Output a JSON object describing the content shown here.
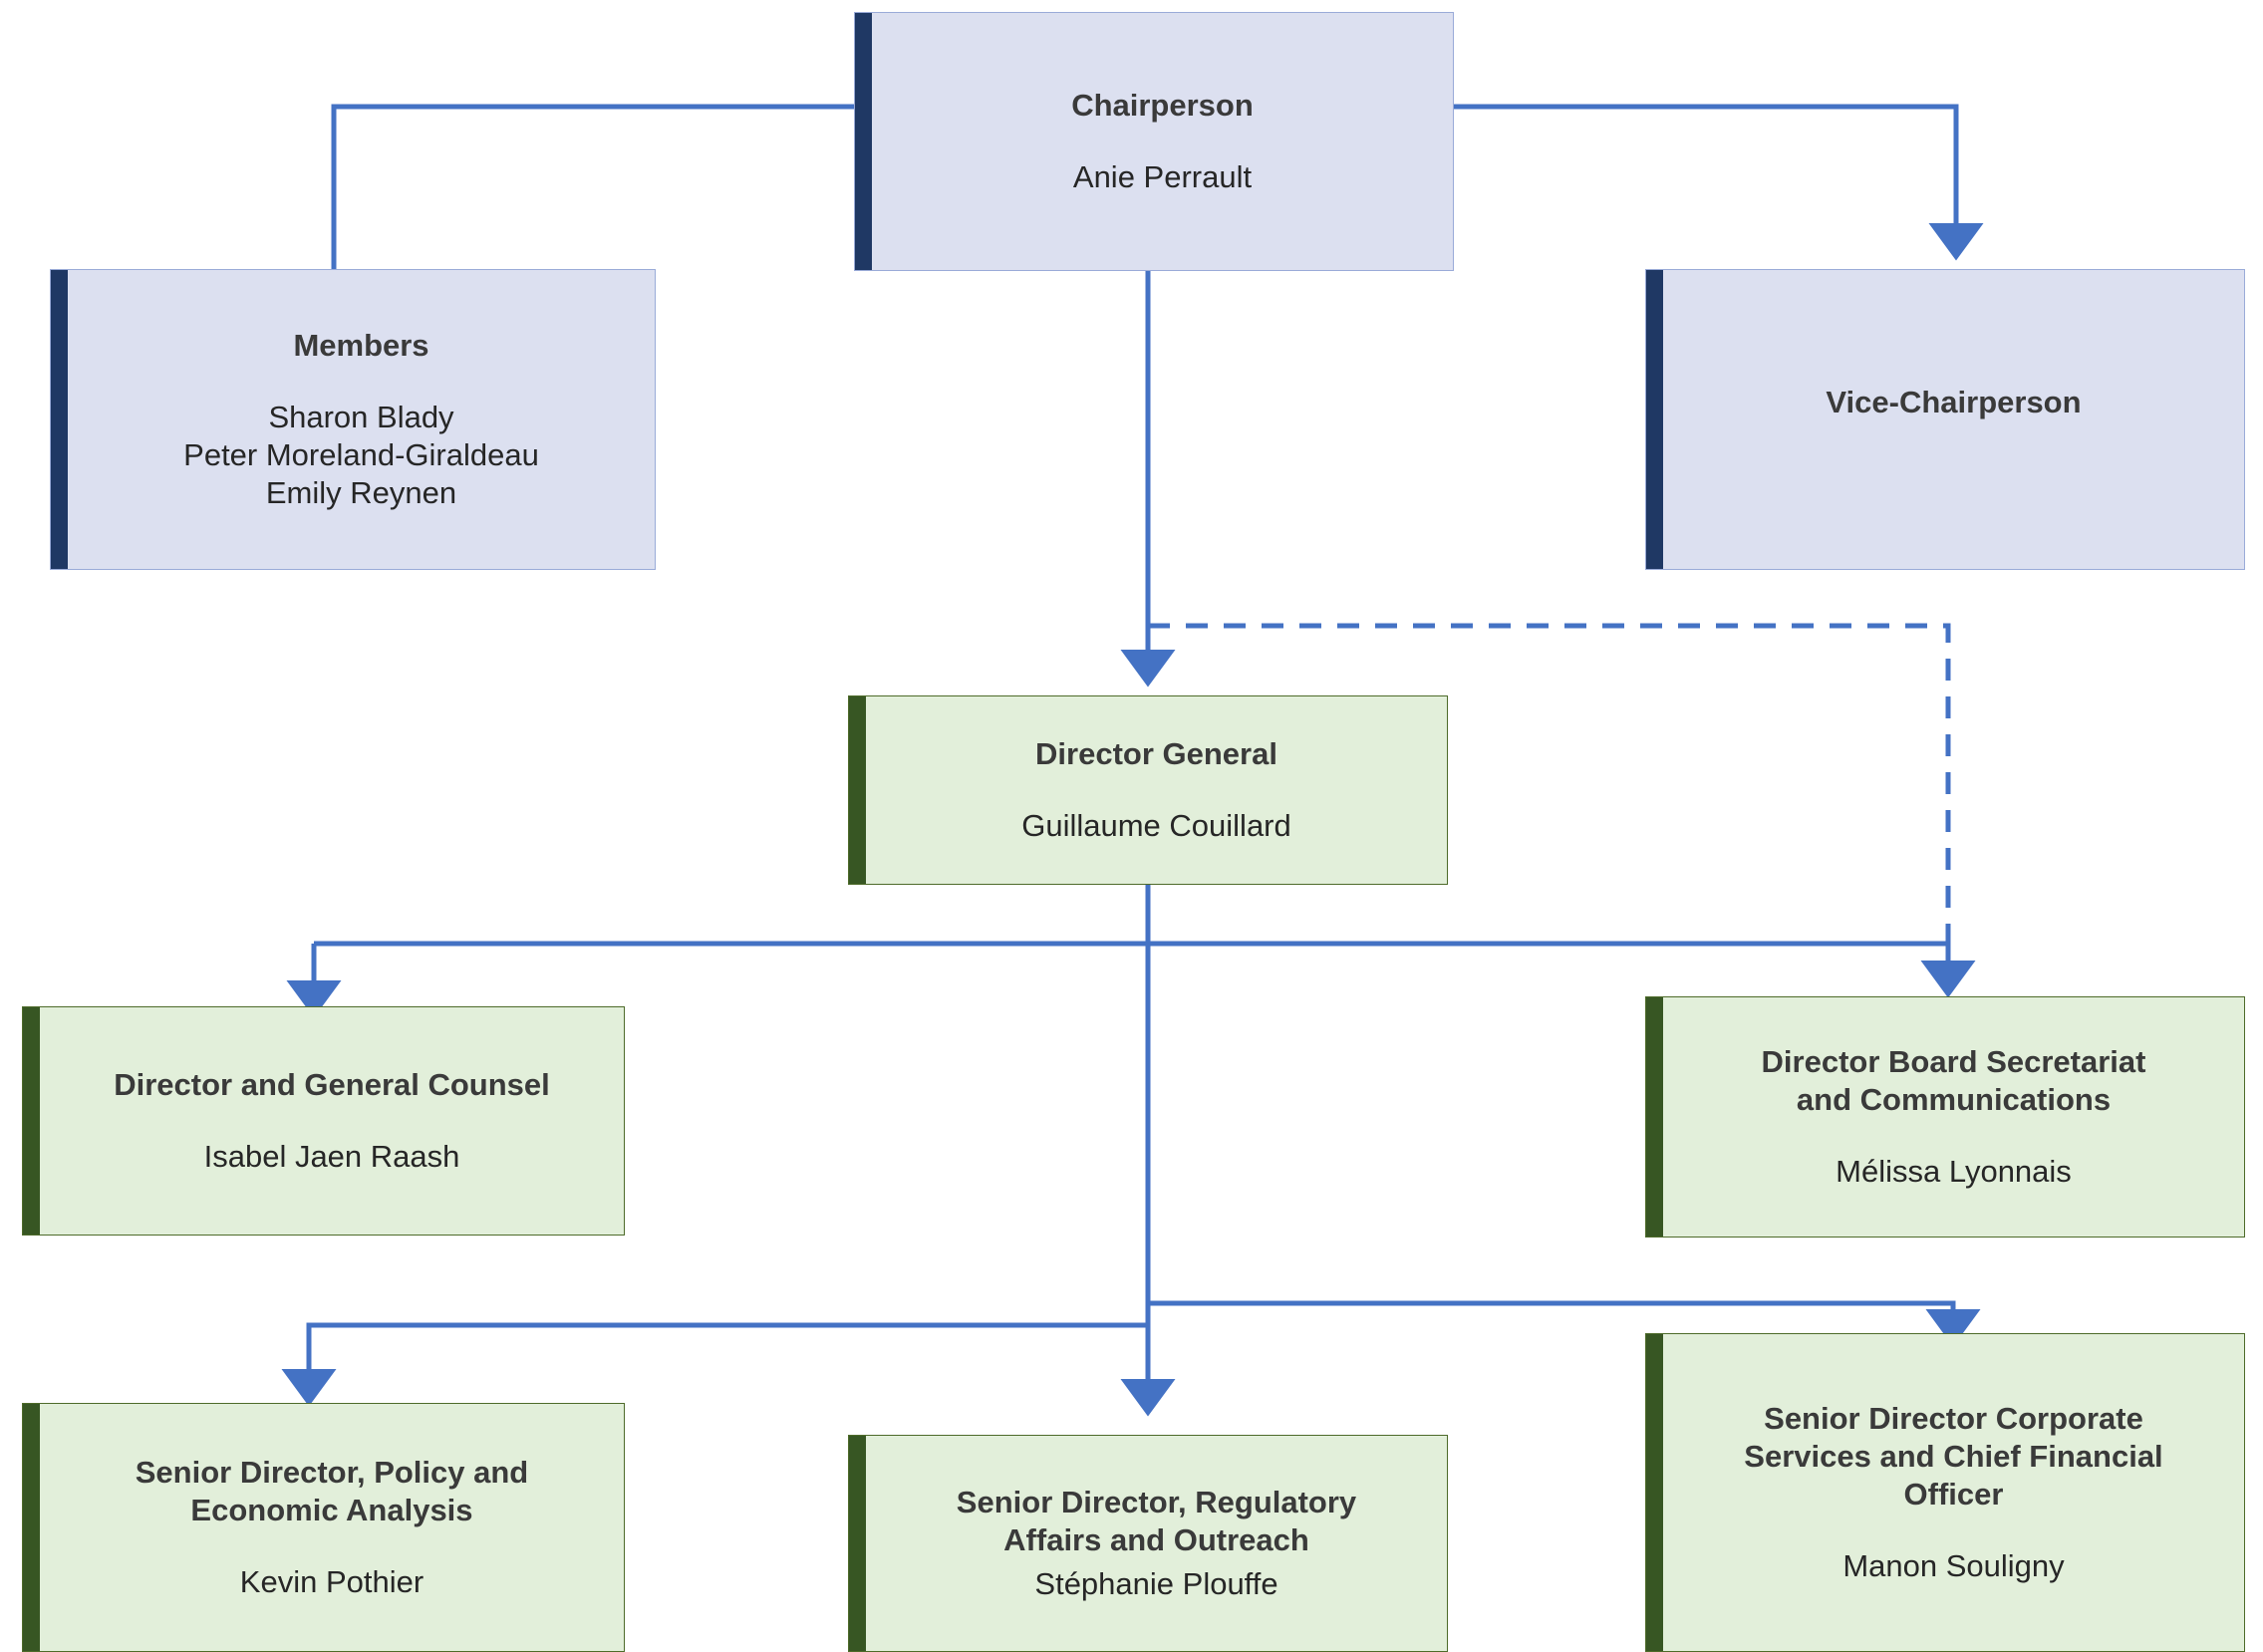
{
  "colors": {
    "board_fill": "#dce0f0",
    "board_accent": "#1f3864",
    "board_border": "#9aabd8",
    "staff_fill": "#e2efda",
    "staff_accent": "#375623",
    "staff_border": "#4e6b2a",
    "connector": "#4472c4",
    "title_text": "#3a3a3a",
    "person_text": "#262626",
    "background": "#ffffff"
  },
  "nodes": {
    "chairperson": {
      "title": "Chairperson",
      "person": "Anie Perrault"
    },
    "members": {
      "title": "Members",
      "person": "Sharon Blady\nPeter Moreland-Giraldeau\nEmily Reynen"
    },
    "vice_chairperson": {
      "title": "Vice-Chairperson",
      "person": ""
    },
    "director_general": {
      "title": "Director General",
      "person": "Guillaume Couillard"
    },
    "general_counsel": {
      "title": "Director and General Counsel",
      "person": "Isabel Jaen Raash"
    },
    "board_secretariat": {
      "title": "Director Board Secretariat\nand Communications",
      "person": "Mélissa Lyonnais"
    },
    "policy_economic": {
      "title": "Senior Director, Policy and\nEconomic Analysis",
      "person": "Kevin Pothier"
    },
    "regulatory_affairs": {
      "title": "Senior Director, Regulatory\nAffairs and Outreach",
      "person": "Stéphanie Plouffe"
    },
    "corporate_services_cfo": {
      "title": "Senior Director Corporate\nServices and Chief Financial\nOfficer",
      "person": "Manon Souligny"
    }
  }
}
